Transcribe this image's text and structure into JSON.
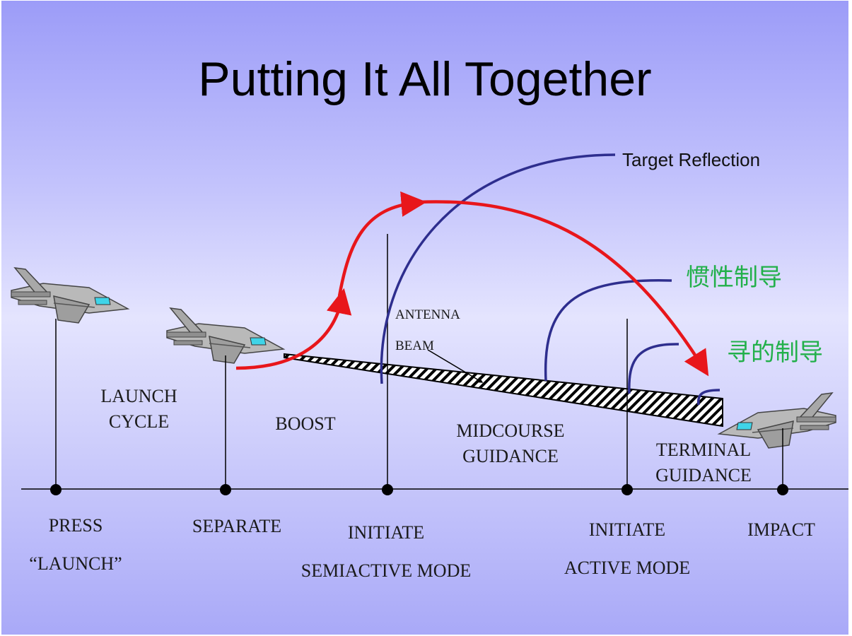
{
  "title": "Putting It All Together",
  "labels": {
    "target_reflection": "Target Reflection",
    "inertial_guidance_cn": "惯性制导",
    "homing_guidance_cn": "寻的制导",
    "antenna": "ANTENNA",
    "beam": "BEAM",
    "launch_cycle": [
      "LAUNCH",
      "CYCLE"
    ],
    "boost": "BOOST",
    "midcourse_guidance": [
      "MIDCOURSE",
      "GUIDANCE"
    ],
    "terminal_guidance": [
      "TERMINAL",
      "GUIDANCE"
    ]
  },
  "timeline": {
    "events": [
      {
        "id": "press-launch",
        "lines": [
          "PRESS",
          "“LAUNCH”"
        ]
      },
      {
        "id": "separate",
        "lines": [
          "SEPARATE"
        ]
      },
      {
        "id": "initiate-semiactive",
        "lines": [
          "INITIATE",
          "SEMIACTIVE MODE"
        ]
      },
      {
        "id": "initiate-active",
        "lines": [
          "INITIATE",
          "ACTIVE MODE"
        ]
      },
      {
        "id": "impact",
        "lines": [
          "IMPACT"
        ]
      }
    ]
  },
  "colors": {
    "trajectory": "#e8161b",
    "reflection_waves": "#2e2e8e",
    "cn_labels": "#22b04a"
  }
}
